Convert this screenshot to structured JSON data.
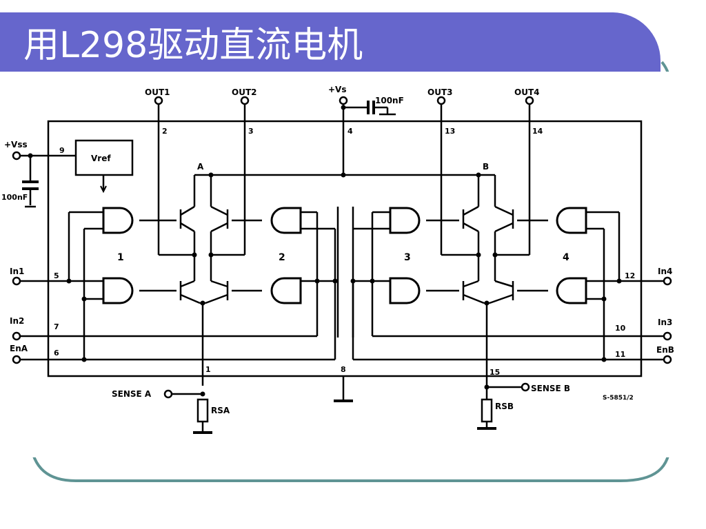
{
  "slide": {
    "title": "用L298驱动直流电机",
    "band_color": "#6666cc",
    "frame_color": "#5f9494"
  },
  "schematic": {
    "out_labels": [
      "OUT1",
      "OUT2",
      "OUT3",
      "OUT4"
    ],
    "out_pins": [
      "2",
      "3",
      "13",
      "14"
    ],
    "vs_label": "+Vs",
    "vs_pin": "4",
    "cap_label": "100nF",
    "vss_label": "+Vss",
    "vss_pin": "9",
    "vref_label": "Vref",
    "vss_cap_label": "100nF",
    "node_a": "A",
    "node_b": "B",
    "gate_numbers": [
      "1",
      "2",
      "3",
      "4"
    ],
    "left_inputs": [
      {
        "label": "In1",
        "pin": "5"
      },
      {
        "label": "In2",
        "pin": "7"
      },
      {
        "label": "EnA",
        "pin": "6"
      }
    ],
    "right_inputs": [
      {
        "label": "In4",
        "pin": "12"
      },
      {
        "label": "In3",
        "pin": "10"
      },
      {
        "label": "EnB",
        "pin": "11"
      }
    ],
    "sense_a_label": "SENSE A",
    "sense_a_pin": "1",
    "sense_b_label": "SENSE B",
    "sense_b_pin": "15",
    "gnd_pin": "8",
    "rsa_label": "RSA",
    "rsb_label": "RSB",
    "part_code": "S-5851/2"
  }
}
